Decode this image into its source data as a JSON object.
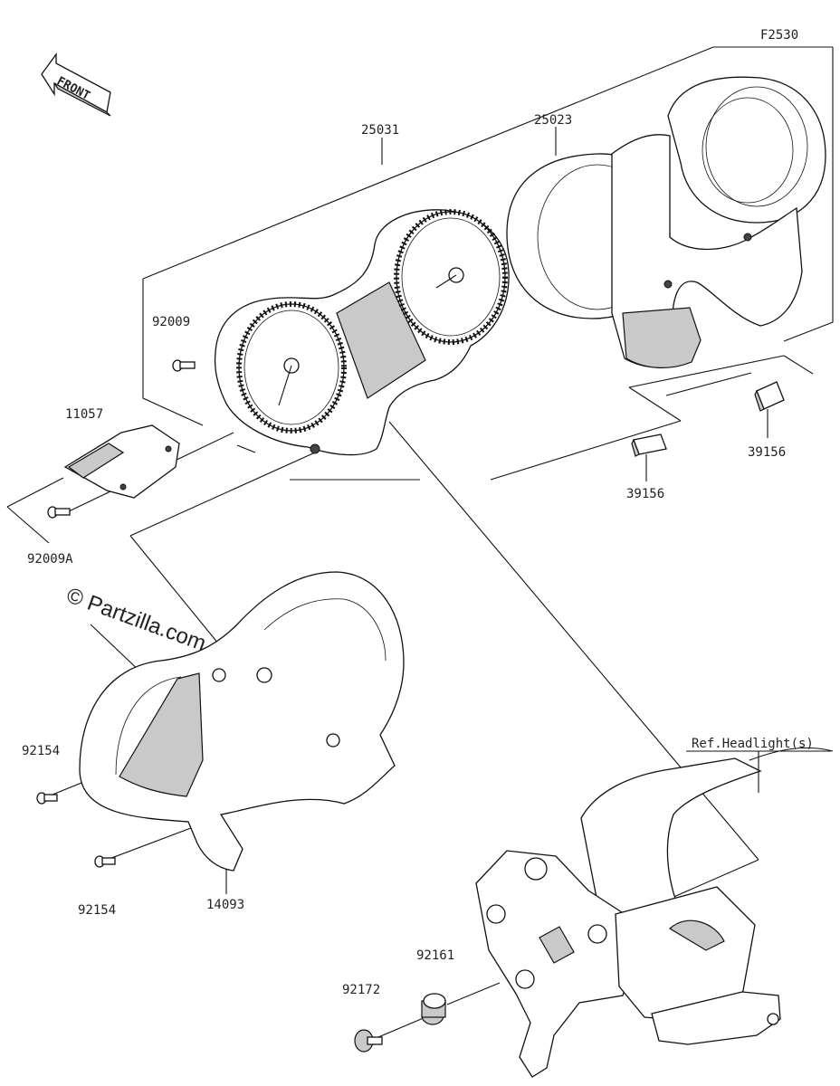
{
  "diagram": {
    "code": "F2530",
    "front_label": "FRONT",
    "watermark": "© Partzilla.com",
    "reference": "Ref.Headlight(s)",
    "parts": [
      {
        "id": "25031"
      },
      {
        "id": "25023"
      },
      {
        "id": "92009"
      },
      {
        "id": "11057"
      },
      {
        "id": "92009A"
      },
      {
        "id": "39156"
      },
      {
        "id": "39156"
      },
      {
        "id": "92154"
      },
      {
        "id": "92154"
      },
      {
        "id": "14093"
      },
      {
        "id": "92161"
      },
      {
        "id": "92172"
      }
    ]
  }
}
